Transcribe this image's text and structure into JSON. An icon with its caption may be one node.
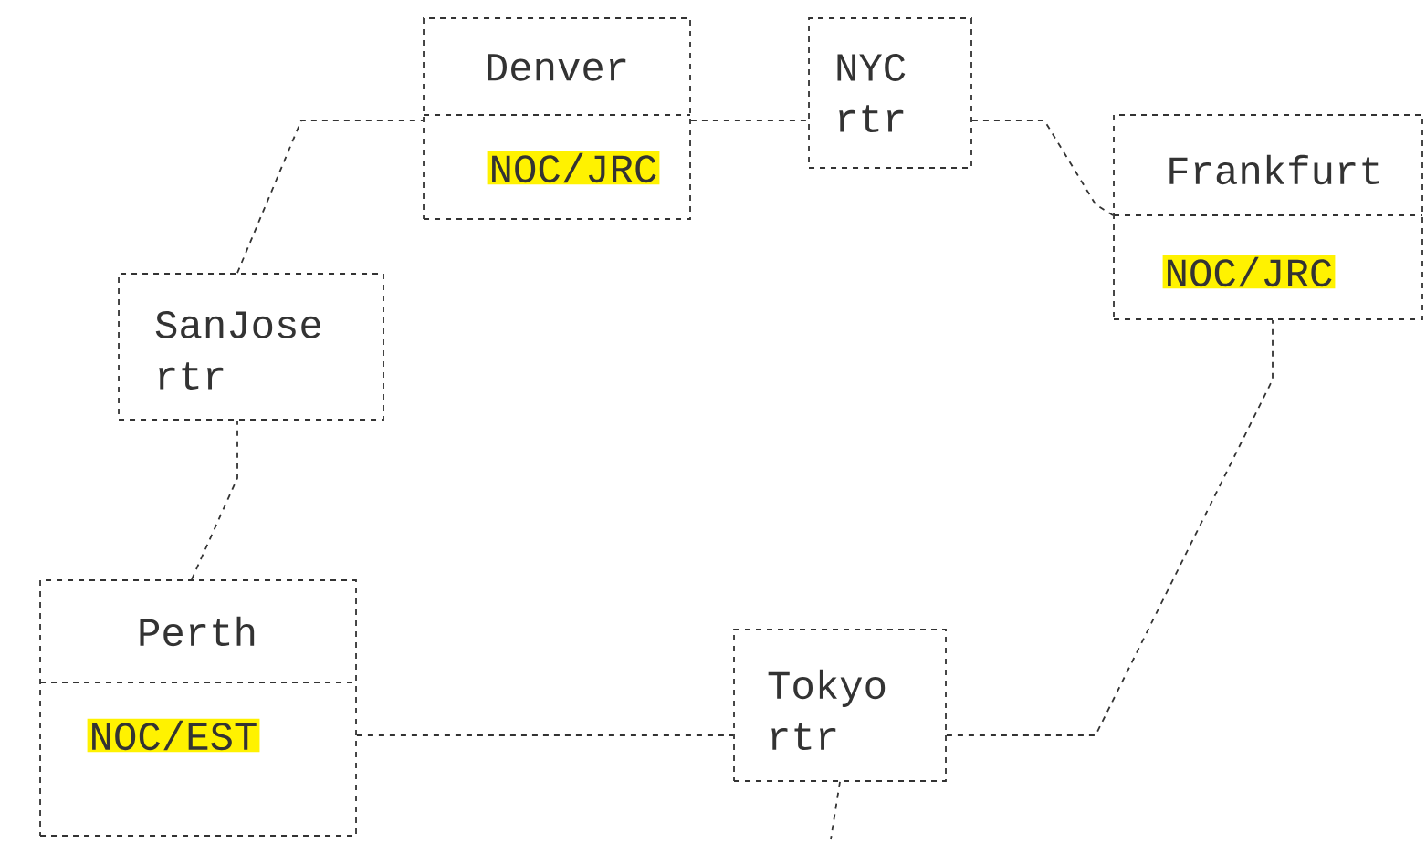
{
  "diagram": {
    "nodes": [
      {
        "text": [
          "Denver",
          "NOC/JRC"
        ]
      },
      {
        "text": [
          "NYC rtr"
        ]
      },
      {
        "text": [
          "Frankfurt",
          "NOC/JRC"
        ]
      },
      {
        "text": [
          "SanJose rtr"
        ]
      },
      {
        "text": [
          "Perth",
          "NOC/EST"
        ]
      },
      {
        "text": [
          "Tokyo rtr"
        ]
      }
    ],
    "edges": [
      {
        "from": 3,
        "to": 0,
        "arrow": "none",
        "style": "dashed"
      },
      {
        "from": 0,
        "to": 1,
        "arrow": "none",
        "style": "dashed"
      },
      {
        "from": 1,
        "to": 2,
        "arrow": "none",
        "style": "dashed"
      },
      {
        "from": 4,
        "to": 3,
        "arrow": "none",
        "style": "dashed"
      },
      {
        "from": 4,
        "to": 5,
        "arrow": "none",
        "style": "dashed"
      },
      {
        "from": 5,
        "to": 2,
        "arrow": "none",
        "style": "dashed"
      },
      {
        "from": 5,
        "to": null,
        "arrow": "none",
        "style": "dashed"
      }
    ]
  }
}
